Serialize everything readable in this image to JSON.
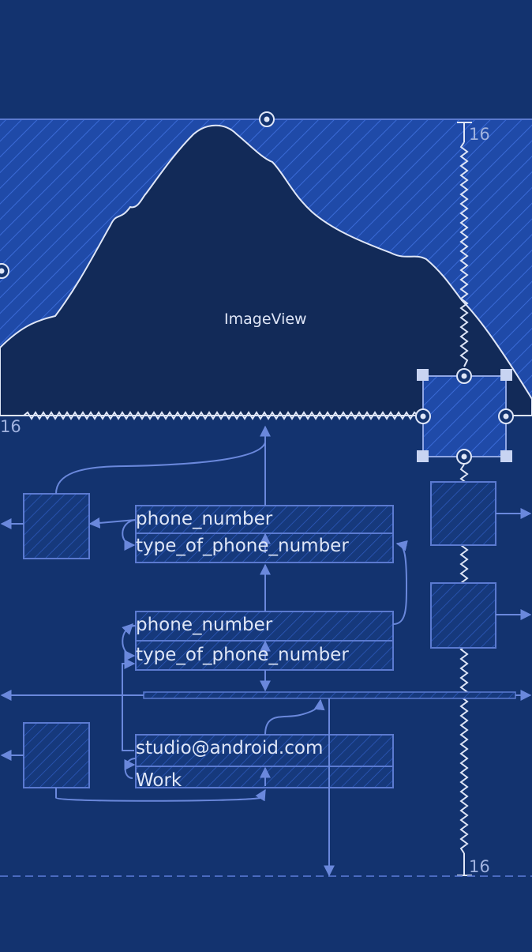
{
  "image_view": {
    "label": "ImageView"
  },
  "widgets": {
    "group1": {
      "primary_text": "phone_number",
      "secondary_text": "type_of_phone_number"
    },
    "group2": {
      "primary_text": "phone_number",
      "secondary_text": "type_of_phone_number"
    },
    "group3": {
      "primary_text": "studio@android.com",
      "secondary_text": "Work"
    }
  },
  "margins": {
    "top_right": "16",
    "left": "16",
    "bottom_right": "16"
  },
  "colors": {
    "background": "#13336f",
    "outline": "#5b7ad0",
    "hatch": "#2a5ac8",
    "mountain": "#122a58",
    "text": "#dfe6f7"
  }
}
